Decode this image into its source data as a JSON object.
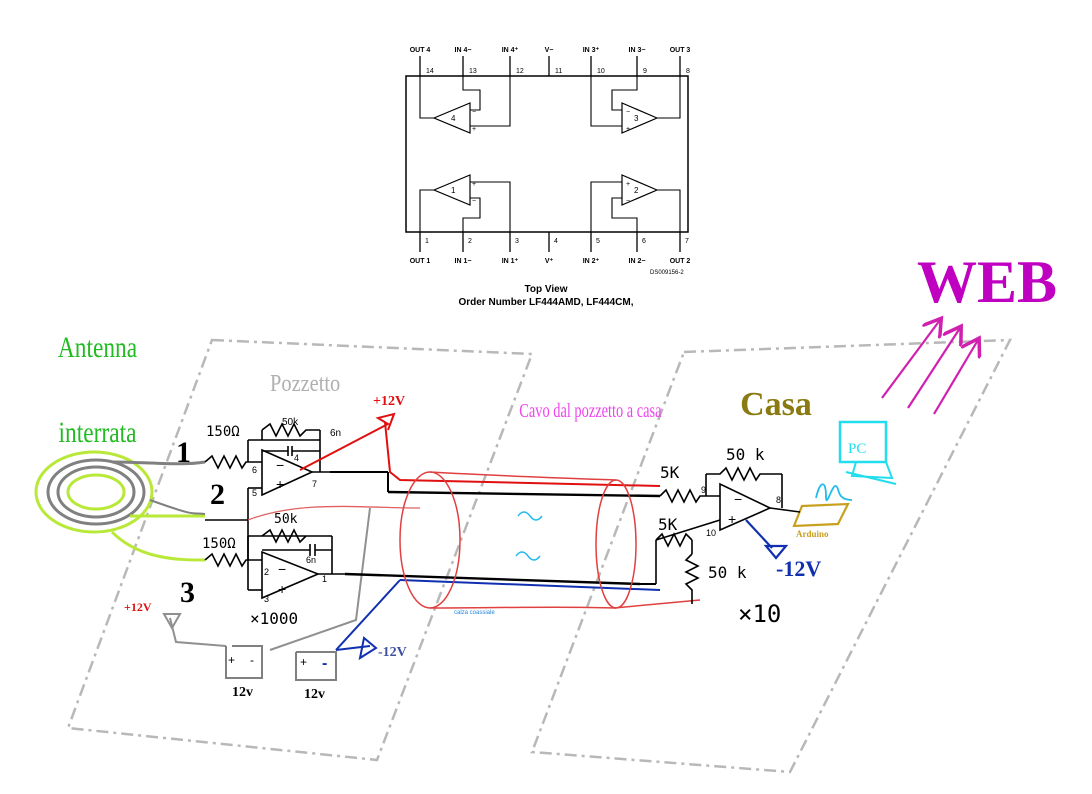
{
  "ic": {
    "top_pins": [
      {
        "name": "OUT 4",
        "num": "14"
      },
      {
        "name": "IN 4−",
        "num": "13"
      },
      {
        "name": "IN 4⁺",
        "num": "12"
      },
      {
        "name": "V−",
        "num": "11"
      },
      {
        "name": "IN 3⁺",
        "num": "10"
      },
      {
        "name": "IN 3−",
        "num": "9"
      },
      {
        "name": "OUT 3",
        "num": "8"
      }
    ],
    "bottom_pins": [
      {
        "name": "OUT 1",
        "num": "1"
      },
      {
        "name": "IN 1−",
        "num": "2"
      },
      {
        "name": "IN 1⁺",
        "num": "3"
      },
      {
        "name": "V⁺",
        "num": "4"
      },
      {
        "name": "IN 2⁺",
        "num": "5"
      },
      {
        "name": "IN 2−",
        "num": "6"
      },
      {
        "name": "OUT 2",
        "num": "7"
      }
    ],
    "amp_numbers": [
      "4",
      "3",
      "1",
      "2"
    ],
    "doc_code": "DS009156-2",
    "view_title": "Top View",
    "order_number": "Order Number LF444AMD, LF444CM,"
  },
  "labels": {
    "antenna_line1": "Antenna",
    "antenna_line2": "interrata",
    "pozzetto": "Pozzetto",
    "cavo": "Cavo dal pozzetto a casa",
    "casa": "Casa",
    "web": "WEB",
    "pc": "PC",
    "arduino": "Arduino",
    "calza": "calza coassiale"
  },
  "front_end": {
    "n1": "1",
    "n2": "2",
    "n3": "3",
    "r_in_1": "150Ω",
    "r_fb_1": "50k",
    "c_fb_1": "6n",
    "r_in_2": "150Ω",
    "r_fb_2": "50k",
    "c_fb_2": "6n",
    "gain": "×1000",
    "pins_a": {
      "inv": "6",
      "non": "5",
      "vp": "4",
      "out": "7"
    },
    "pins_b": {
      "inv": "2",
      "non": "3",
      "out": "1"
    }
  },
  "supply": {
    "pos_label": "+12V",
    "neg_label": "-12V",
    "pos_label_top": "+12V",
    "bat1": "12v",
    "bat2": "12v",
    "plus": "+",
    "minus": "-"
  },
  "receiver": {
    "r_in_1": "5K",
    "r_in_2": "5K",
    "r_fb": "50 k",
    "r_gnd": "50 k",
    "pins": {
      "inv": "9",
      "non": "10",
      "out": "8"
    },
    "neg_supply": "-12V",
    "gain": "×10"
  },
  "colors": {
    "antenna_label": "#22bb22",
    "pozzetto_label": "#b0b0b0",
    "cavo_label": "#ee44ee",
    "casa_label": "#8a7a10",
    "web": "#c000c0",
    "pc": "#22ddee",
    "arduino": "#c8a020",
    "pos_wire": "#e01010",
    "neg_wire": "#1030b0"
  }
}
